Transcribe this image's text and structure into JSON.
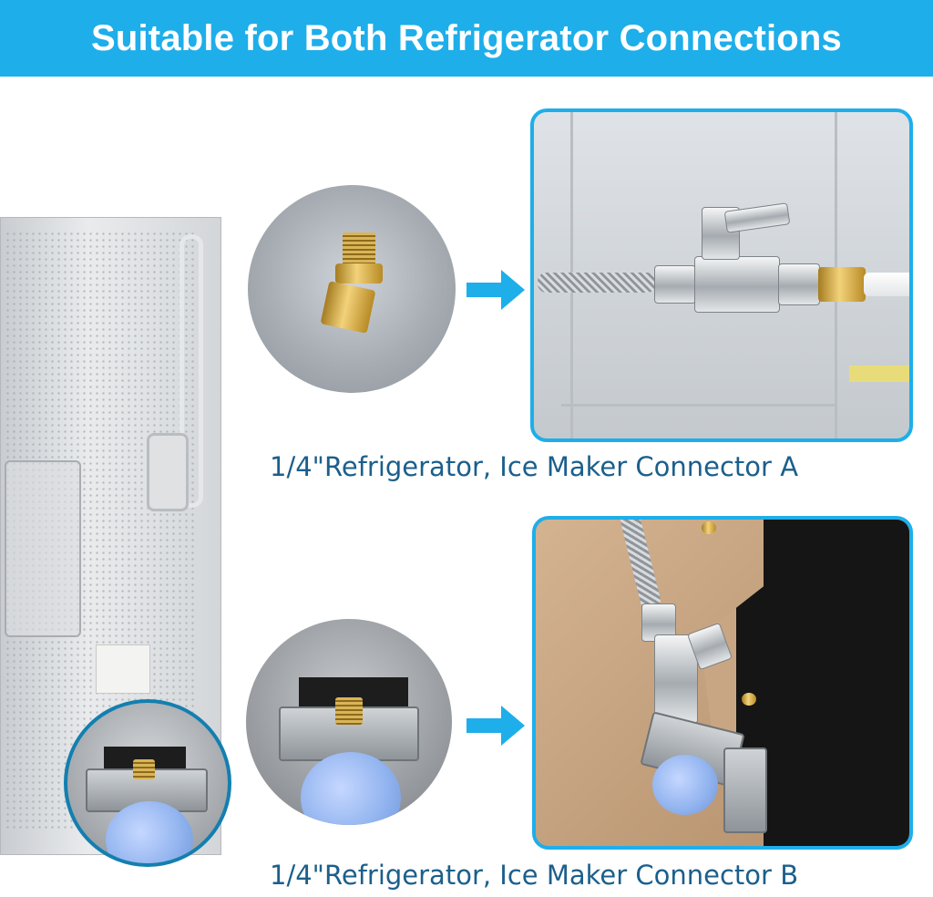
{
  "banner": {
    "title": "Suitable for Both Refrigerator Connections",
    "background_color": "#1eaeea",
    "text_color": "#ffffff"
  },
  "captions": {
    "connector_a": "1/4\"Refrigerator, Ice Maker Connector A",
    "connector_b": "1/4\"Refrigerator, Ice Maker Connector B",
    "color": "#1b5f8c"
  },
  "accent_color": "#1eaeea",
  "icons": {
    "arrow_a": "arrow-right-icon",
    "arrow_b": "arrow-right-icon"
  }
}
